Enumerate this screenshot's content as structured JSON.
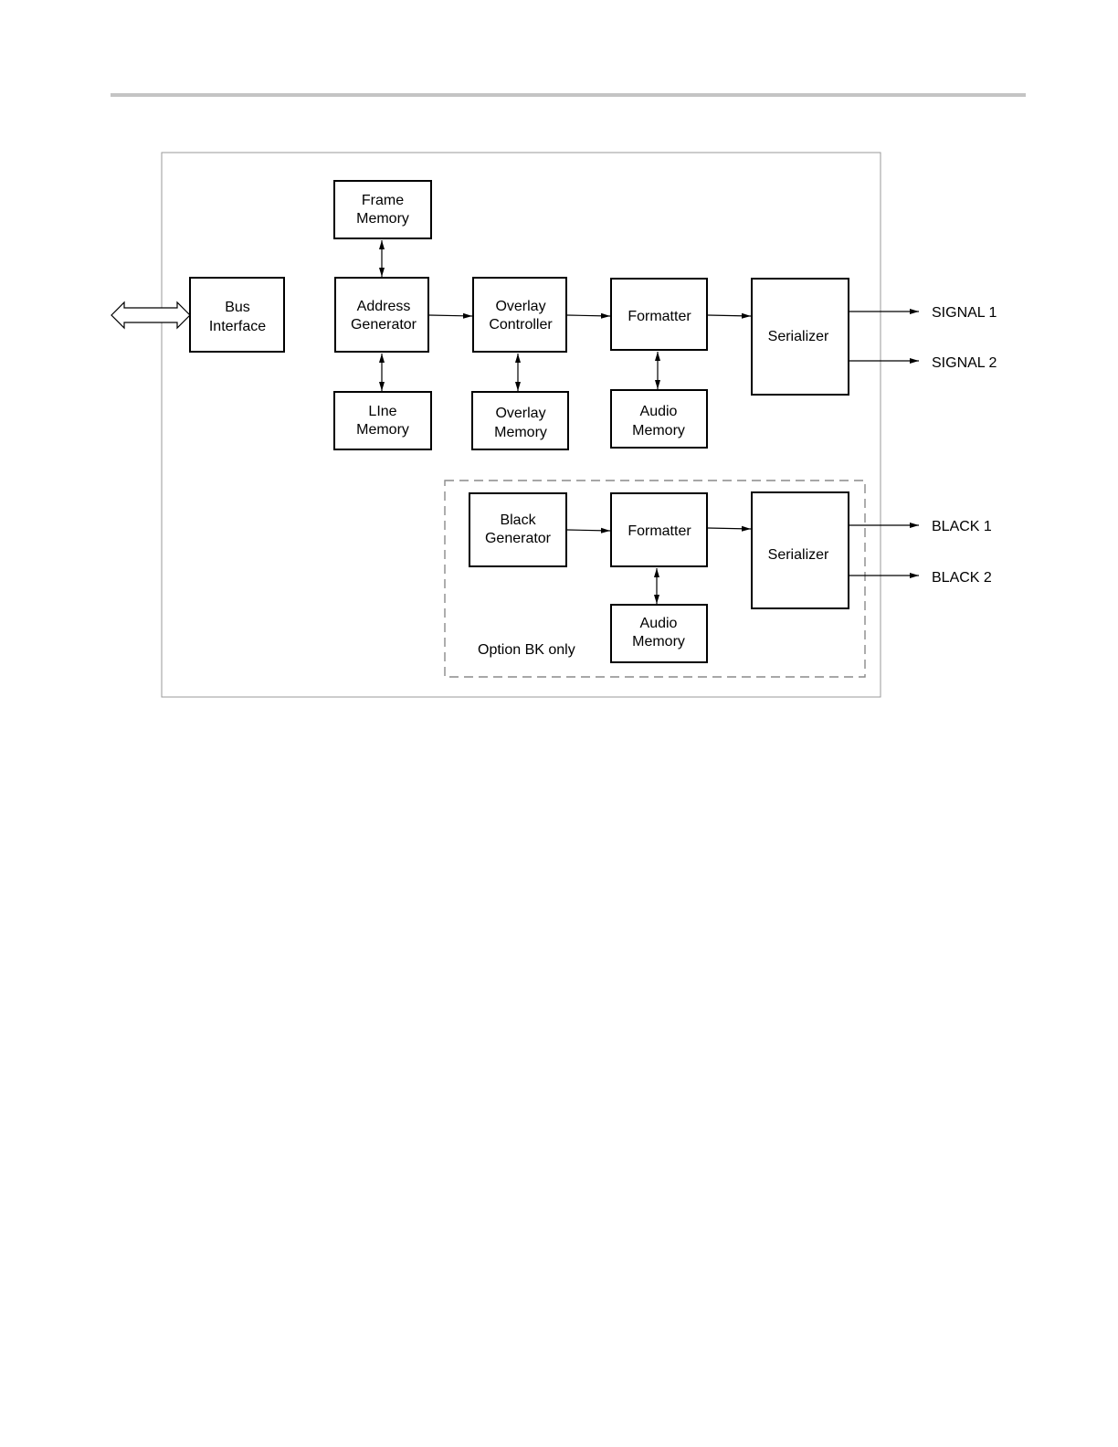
{
  "blocks": {
    "bus_interface": [
      "Bus",
      "Interface"
    ],
    "frame_memory": [
      "Frame",
      "Memory"
    ],
    "address_generator": [
      "Address",
      "Generator"
    ],
    "line_memory": [
      "LIne",
      "Memory"
    ],
    "overlay_controller": [
      "Overlay",
      "Controller"
    ],
    "overlay_memory": [
      "Overlay",
      "Memory"
    ],
    "formatter": "Formatter",
    "audio_memory": [
      "Audio",
      "Memory"
    ],
    "serializer": "Serializer",
    "black_generator": [
      "Black",
      "Generator"
    ],
    "formatter_bk": "Formatter",
    "audio_memory_bk": [
      "Audio",
      "Memory"
    ],
    "serializer_bk": "Serializer"
  },
  "outputs": {
    "signal_1": "SIGNAL 1",
    "signal_2": "SIGNAL 2",
    "black_1": "BLACK 1",
    "black_2": "BLACK 2"
  },
  "option_note": "Option BK only"
}
